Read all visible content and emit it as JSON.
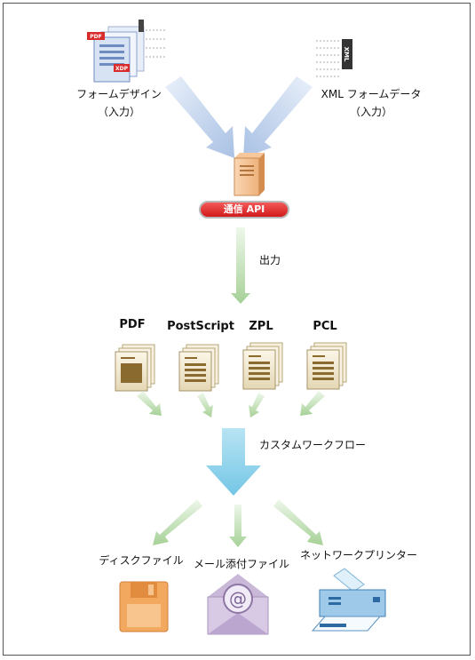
{
  "inputs": {
    "form_design": {
      "title": "フォームデザイン",
      "sub": "（入力）",
      "badges": [
        "PDF",
        "XDP"
      ]
    },
    "xml_data": {
      "title": "XML フォームデータ",
      "sub": "（入力）",
      "badge": "XML"
    }
  },
  "server": {
    "api_label": "通信 API"
  },
  "output_label": "出力",
  "formats": [
    "PDF",
    "PostScript",
    "ZPL",
    "PCL"
  ],
  "workflow_label": "カスタムワークフロー",
  "destinations": [
    "ディスクファイル",
    "メール添付ファイル",
    "ネットワークプリンター"
  ],
  "colors": {
    "arrow_blue": "#b8cbe6",
    "arrow_green": "#b5d8a9",
    "big_arrow": "#8ed3ec",
    "api_red": "#d11a1a",
    "doc_brown": "#8a6a2e"
  }
}
